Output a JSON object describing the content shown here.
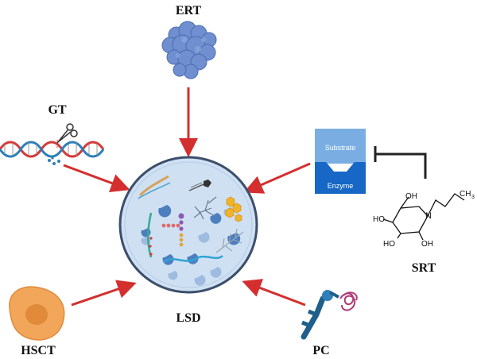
{
  "labels": {
    "ert": "ERT",
    "gt": "GT",
    "srt": "SRT",
    "hsct": "HSCT",
    "pc": "PC",
    "lsd": "LSD"
  },
  "srt_box": {
    "substrate": "Substrate",
    "enzyme": "Enzyme"
  },
  "molecule": {
    "oh_top": "OH",
    "ch3": "CH",
    "ch3_sub": "3",
    "n": "N",
    "ho_left": "HO",
    "ho_bottom": "HO",
    "oh_bottom": "OH"
  },
  "colors": {
    "arrow": "#d42f2f",
    "cell_fill": "#cfe0f3",
    "cell_stroke": "#3c4f6b",
    "ert_protein": "#6f8fd0",
    "substrate_box": "#7aaee3",
    "enzyme_box": "#1667c6",
    "hsct_cell": "#f2a65a",
    "hsct_nucleus": "#e08a3a",
    "dna_red": "#d33a3a",
    "dna_blue": "#2f7fb8"
  }
}
